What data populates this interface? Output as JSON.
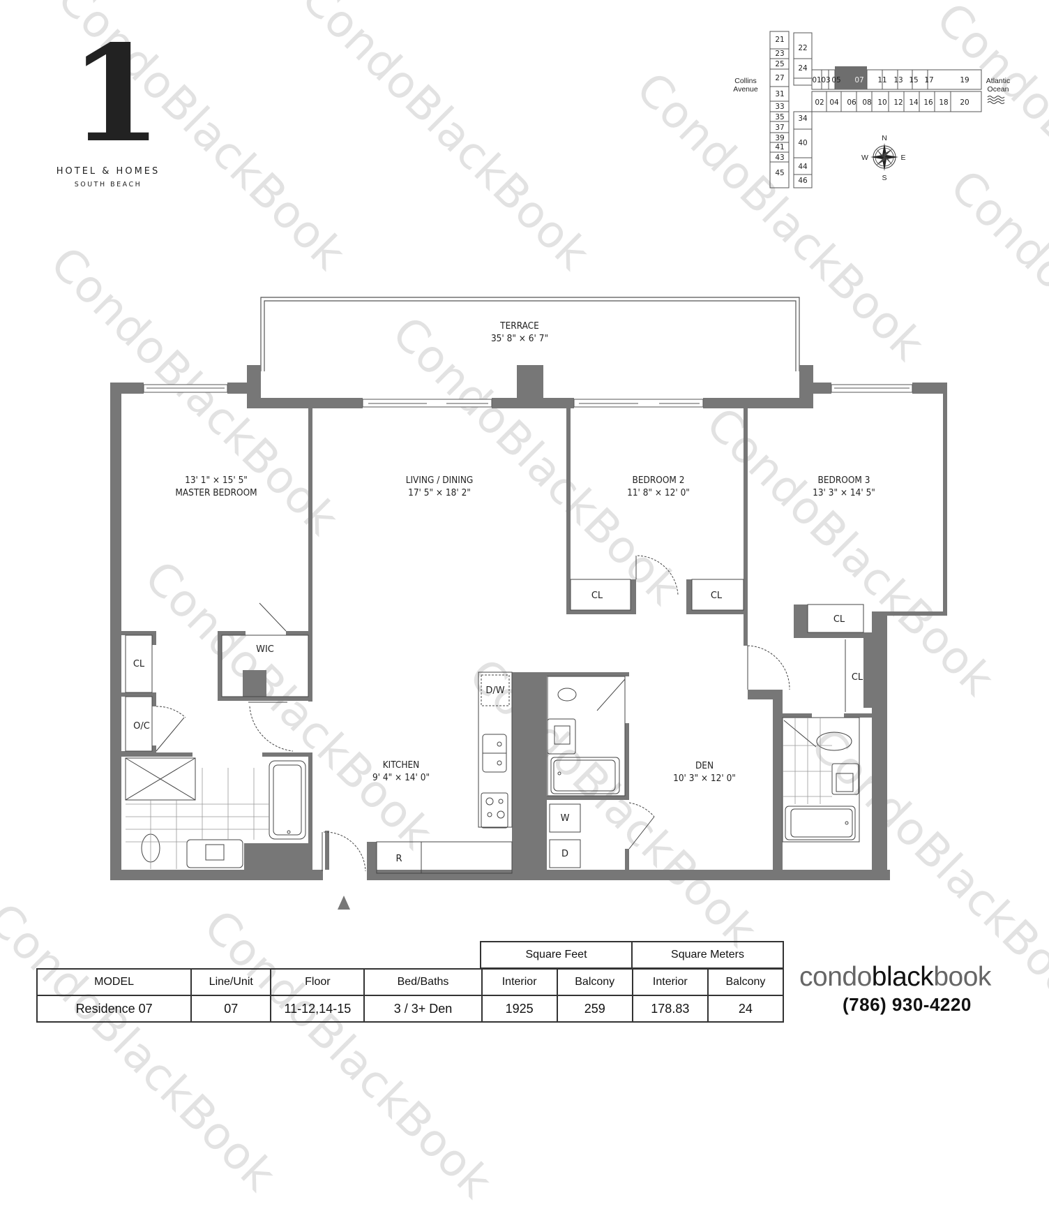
{
  "logo": {
    "numeral": "1",
    "title": "HOTEL & HOMES",
    "subtitle": "SOUTH BEACH"
  },
  "watermark": {
    "text": "CondoBlackBook"
  },
  "key_plan": {
    "left_label_line1": "Collins",
    "left_label_line2": "Avenue",
    "right_label_line1": "Atlantic",
    "right_label_line2": "Ocean",
    "highlighted_unit": "07",
    "west_column_units": [
      "21",
      "23",
      "25",
      "27",
      "31",
      "33",
      "35",
      "37",
      "39",
      "41",
      "43",
      "45"
    ],
    "inner_column_units": [
      "22",
      "24",
      "34",
      "40",
      "44",
      "46"
    ],
    "north_row_units": [
      "01",
      "03",
      "05",
      "07",
      "11",
      "13",
      "15",
      "17",
      "19"
    ],
    "south_row_units": [
      "02",
      "04",
      "06",
      "08",
      "10",
      "12",
      "14",
      "16",
      "18",
      "20"
    ],
    "compass": {
      "n": "N",
      "s": "S",
      "e": "E",
      "w": "W"
    },
    "highlight_color": "#6e6e6e"
  },
  "floorplan": {
    "wall_color": "#777777",
    "rooms": {
      "terrace": {
        "name": "TERRACE",
        "size": "35' 8\" × 6' 7\""
      },
      "master": {
        "size": "13' 1\" × 15' 5\"",
        "name": "MASTER BEDROOM"
      },
      "living": {
        "name": "LIVING / DINING",
        "size": "17' 5\" × 18' 2\""
      },
      "bedroom2": {
        "name": "BEDROOM 2",
        "size": "11' 8\" × 12' 0\""
      },
      "bedroom3": {
        "name": "BEDROOM 3",
        "size": "13' 3\" × 14' 5\""
      },
      "kitchen": {
        "name": "KITCHEN",
        "size": "9' 4\" × 14' 0\""
      },
      "den": {
        "name": "DEN",
        "size": "10' 3\" × 12' 0\""
      }
    },
    "labels": {
      "cl": "CL",
      "wic": "WIC",
      "oc": "O/C",
      "dw": "D/W",
      "w": "W",
      "d": "D",
      "r": "R"
    },
    "entry_marker": "entry-arrow"
  },
  "spec_table": {
    "group_headers": [
      "Square Feet",
      "Square Meters"
    ],
    "headers": [
      "MODEL",
      "Line/Unit",
      "Floor",
      "Bed/Baths",
      "Interior",
      "Balcony",
      "Interior",
      "Balcony"
    ],
    "row": {
      "model": "Residence 07",
      "line_unit": "07",
      "floor": "11-12,14-15",
      "bed_baths": "3 / 3+ Den",
      "sqft_interior": "1925",
      "sqft_balcony": "259",
      "sqm_interior": "178.83",
      "sqm_balcony": "24"
    }
  },
  "brand": {
    "part1": "condo",
    "part2": "black",
    "part3": "book",
    "phone": "(786) 930-4220"
  }
}
